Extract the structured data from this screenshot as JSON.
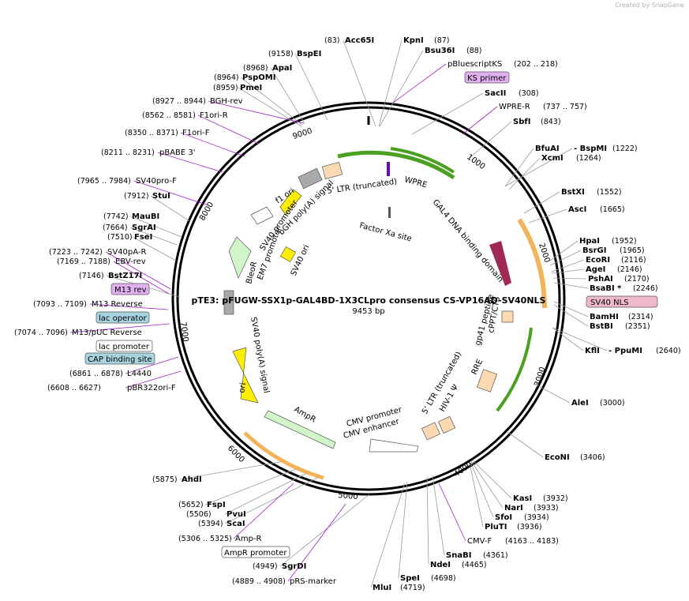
{
  "plasmid": {
    "name": "pTE3: pFUGW-SSX1p-GAL4BD-1X3CLpro consensus CS-VP16AD-SV40NLS",
    "length": "9453 bp"
  },
  "watermark": "Created by  SnapGene",
  "ticks": [
    "1000",
    "2000",
    "3000",
    "4000",
    "5000",
    "6000",
    "7000",
    "8000",
    "9000"
  ],
  "sites": [
    {
      "name": "Acc65I",
      "pos": "(83)"
    },
    {
      "name": "KpnI",
      "pos": "(87)"
    },
    {
      "name": "Bsu36I",
      "pos": "(88)"
    },
    {
      "name": "SacII",
      "pos": "(308)"
    },
    {
      "name": "SbfI",
      "pos": "(843)"
    },
    {
      "name": "BfuAI",
      "pos": ""
    },
    {
      "name": "- BspMI",
      "pos": "(1222)"
    },
    {
      "name": "XcmI",
      "pos": "(1264)"
    },
    {
      "name": "BstXI",
      "pos": "(1552)"
    },
    {
      "name": "AscI",
      "pos": "(1665)"
    },
    {
      "name": "HpaI",
      "pos": "(1952)"
    },
    {
      "name": "BsrGI",
      "pos": "(1965)"
    },
    {
      "name": "EcoRI",
      "pos": "(2116)"
    },
    {
      "name": "AgeI",
      "pos": "(2146)"
    },
    {
      "name": "PshAI",
      "pos": "(2170)"
    },
    {
      "name": "BsaBI *",
      "pos": "(2246)"
    },
    {
      "name": "BamHI",
      "pos": "(2314)"
    },
    {
      "name": "BstBI",
      "pos": "(2351)"
    },
    {
      "name": "KflI",
      "pos": ""
    },
    {
      "name": "- PpuMI",
      "pos": "(2640)"
    },
    {
      "name": "AleI",
      "pos": "(3000)"
    },
    {
      "name": "EcoNI",
      "pos": "(3406)"
    },
    {
      "name": "KasI",
      "pos": "(3932)"
    },
    {
      "name": "NarI",
      "pos": "(3933)"
    },
    {
      "name": "SfoI",
      "pos": "(3934)"
    },
    {
      "name": "PluTI",
      "pos": "(3936)"
    },
    {
      "name": "SnaBI",
      "pos": "(4361)"
    },
    {
      "name": "NdeI",
      "pos": "(4465)"
    },
    {
      "name": "SpeI",
      "pos": "(4698)"
    },
    {
      "name": "MluI",
      "pos": "(4719)"
    },
    {
      "name": "SgrDI",
      "pos": "(4949)"
    },
    {
      "name": "ScaI",
      "pos": "(5394)"
    },
    {
      "name": "PvuI",
      "pos": "(5506)"
    },
    {
      "name": "FspI",
      "pos": "(5652)"
    },
    {
      "name": "AhdI",
      "pos": "(5875)"
    },
    {
      "name": "BstZ17I",
      "pos": "(7146)"
    },
    {
      "name": "FseI",
      "pos": "(7510)"
    },
    {
      "name": "SgrAI",
      "pos": "(7664)"
    },
    {
      "name": "MauBI",
      "pos": "(7742)"
    },
    {
      "name": "StuI",
      "pos": "(7912)"
    },
    {
      "name": "PmeI",
      "pos": "(8959)"
    },
    {
      "name": "PspOMI",
      "pos": "(8964)"
    },
    {
      "name": "ApaI",
      "pos": "(8968)"
    },
    {
      "name": "BspEI",
      "pos": "(9158)"
    }
  ],
  "primers": [
    {
      "name": "pBluescriptKS",
      "pos": "(202 .. 218)"
    },
    {
      "name": "WPRE-R",
      "pos": "(737 .. 757)"
    },
    {
      "name": "CMV-F",
      "pos": "(4163 .. 4183)"
    },
    {
      "name": "pRS-marker",
      "pos": "(4889 .. 4908)"
    },
    {
      "name": "Amp-R",
      "pos": "(5306 .. 5325)"
    },
    {
      "name": "pBR322ori-F",
      "pos": "(6608 .. 6627)"
    },
    {
      "name": "L4440",
      "pos": "(6861 .. 6878)"
    },
    {
      "name": "M13/pUC Reverse",
      "pos": "(7074 .. 7096)"
    },
    {
      "name": "M13 Reverse",
      "pos": "(7093 .. 7109)"
    },
    {
      "name": "EBV-rev",
      "pos": "(7169 .. 7188)"
    },
    {
      "name": "SV40pA-R",
      "pos": "(7223 .. 7242)"
    },
    {
      "name": "SV40pro-F",
      "pos": "(7965 .. 7984)"
    },
    {
      "name": "pBABE 3'",
      "pos": "(8211 .. 8231)"
    },
    {
      "name": "F1ori-F",
      "pos": "(8350 .. 8371)"
    },
    {
      "name": "F1ori-R",
      "pos": "(8562 .. 8581)"
    },
    {
      "name": "BGH-rev",
      "pos": "(8927 .. 8944)"
    }
  ],
  "boxes": {
    "ks_primer": "KS primer",
    "sv40_nls": "SV40 NLS",
    "m13_rev": "M13 rev",
    "lac_operator": "lac operator",
    "lac_promoter": "lac promoter",
    "cap_site": "CAP binding site",
    "ampr_promoter": "AmpR promoter"
  },
  "features": {
    "wpre": "WPRE",
    "ltr5_trunc_top": "5' LTR (truncated)",
    "factor_xa": "Factor Xa site",
    "gal4": "GAL4 DNA binding domain",
    "gp41": "gp41 peptide",
    "cppt": "cPPT/CTS",
    "rre": "RRE",
    "ltr5_trunc_bot": "5' LTR (truncated)",
    "hiv_psi": "HIV-1 Ψ",
    "cmv_promoter": "CMV promoter",
    "cmv_enhancer": "CMV enhancer",
    "ampr": "AmpR",
    "ori": "ori",
    "sv40_polya": "SV40 poly(A) signal",
    "bleor": "BleoR",
    "em7": "EM7 promoter",
    "sv40_ori": "SV40 ori",
    "sv40_promoter": "SV40 promoter",
    "bgh_polya": "bGH poly(A) signal",
    "f1_ori": "f1 ori"
  },
  "colors": {
    "primer": "#a020c8",
    "orange_arc": "#f0a030",
    "green_arc": "#4aa020",
    "gal4": "#a02855",
    "yellow": "#ffee00",
    "light_green": "#cff5c8",
    "peach": "#fcd9b3",
    "gray": "#a9a9a9",
    "sv40nls_box": "#f0b8c8",
    "lac_box": "#a8d4e0",
    "m13_box": "#e0b0f0"
  }
}
